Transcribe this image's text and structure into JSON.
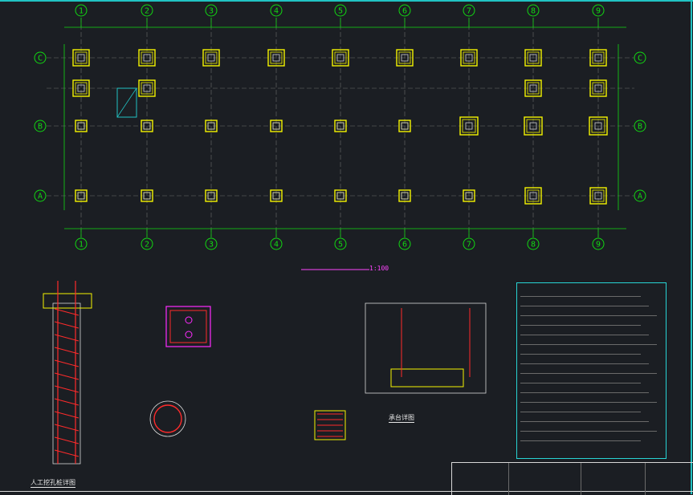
{
  "drawing": {
    "axes_x": [
      "1",
      "2",
      "3",
      "4",
      "5",
      "6",
      "7",
      "8",
      "9"
    ],
    "axes_y": [
      "C",
      "B",
      "A"
    ],
    "scale_label": "1:100",
    "detail_labels": {
      "pile": "人工挖孔桩详图",
      "cap": "承台详图"
    }
  },
  "colors": {
    "background": "#1b1e23",
    "grid_axis": "#12d812",
    "grid_line": "#6d6d6d",
    "column_pad": "#f4f400",
    "rebar": "#ff2b2b",
    "frame": "#28d4d4",
    "title": "#ff45ff"
  }
}
